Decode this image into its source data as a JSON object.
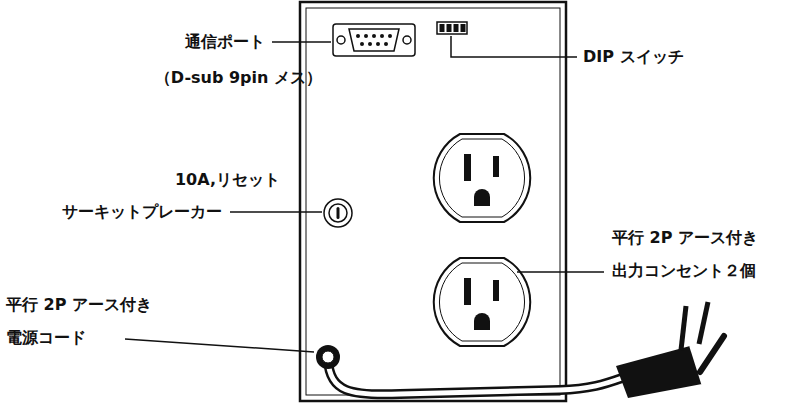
{
  "diagram": {
    "labels": [
      "通信ポート",
      "（D-sub 9pin メス）",
      "DIP スイッチ",
      "10A,リセット",
      "サーキットプレーカー",
      "平行 2P アース付き",
      "出力コンセント２個",
      "平行 2P アース付き",
      "電源コード"
    ]
  }
}
